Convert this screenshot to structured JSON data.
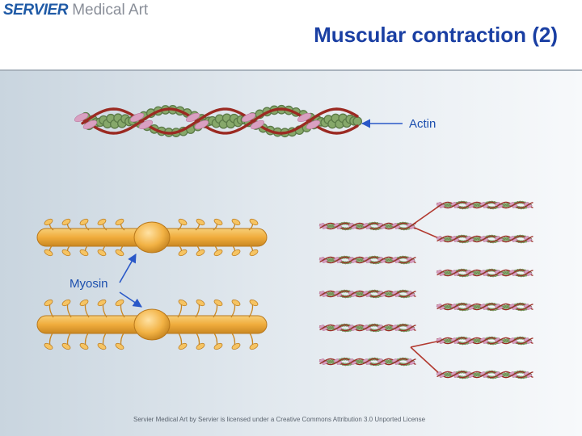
{
  "logo": {
    "brand": "SERVIER",
    "sub": "Medical Art"
  },
  "slide": {
    "title": "Muscular contraction (2)"
  },
  "labels": {
    "actin": "Actin",
    "myosin": "Myosin"
  },
  "footer": {
    "credit": "Servier Medical Art by Servier is licensed under a Creative Commons Attribution 3.0 Unported License"
  },
  "colors": {
    "title": "#1a3fa3",
    "label": "#1c4fae",
    "arrow": "#2a58c8",
    "actin_bead": "#86a86a",
    "tropomyosin": "#9b2a22",
    "troponin": "#d9a0c1",
    "myosin": "#f2b244"
  }
}
